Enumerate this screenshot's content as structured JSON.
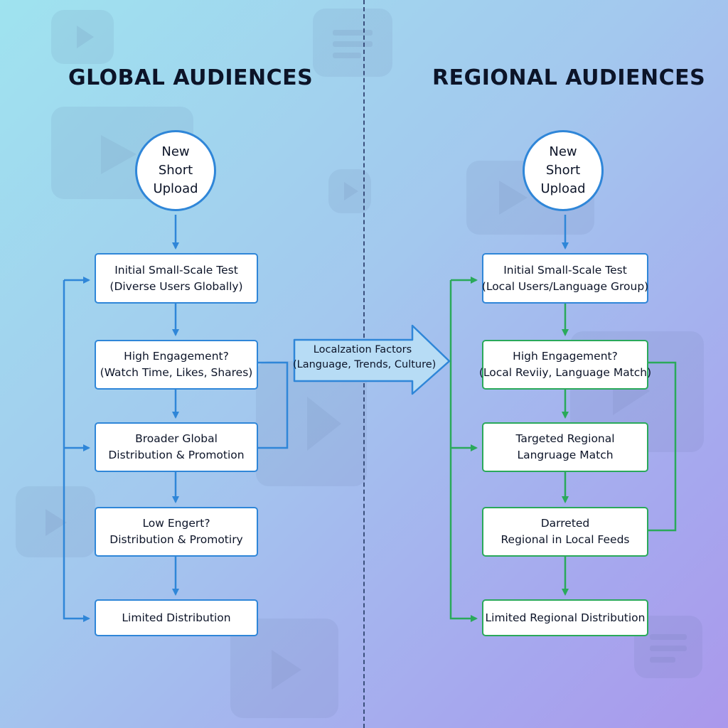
{
  "colors": {
    "blue_flow": "#2f86d8",
    "green_flow": "#2aa95a",
    "divider": "#3a4f7c",
    "text": "#0c1428"
  },
  "global": {
    "heading": "GLOBAL AUDIENCES",
    "start": [
      "New",
      "Short",
      "Upload"
    ],
    "steps": [
      [
        "Initial Small-Scale Test",
        "(Diverse Users Globally)"
      ],
      [
        "High Engagement?",
        "(Watch Time, Likes, Shares)"
      ],
      [
        "Broader Global",
        "Distribution & Promotion"
      ],
      [
        "Low Engert?",
        "Distribution & Promotiry"
      ],
      [
        "Limited Distribution"
      ]
    ]
  },
  "regional": {
    "heading": "REGIONAL AUDIENCES",
    "start": [
      "New",
      "Short",
      "Upload"
    ],
    "steps": [
      [
        "Initial Small-Scale Test",
        "(Local Users/Language Group)"
      ],
      [
        "High Engagement?",
        "(Local Reviiy, Language Match)"
      ],
      [
        "Targeted Regional",
        "Langruage Match"
      ],
      [
        "Darreted",
        "Regional in Local Feeds"
      ],
      [
        "Limited Regional Distribution"
      ]
    ]
  },
  "factors": [
    "Localzation Factors",
    "(Language, Trends, Culture)"
  ],
  "icons": [
    "play-icon",
    "list-icon"
  ]
}
